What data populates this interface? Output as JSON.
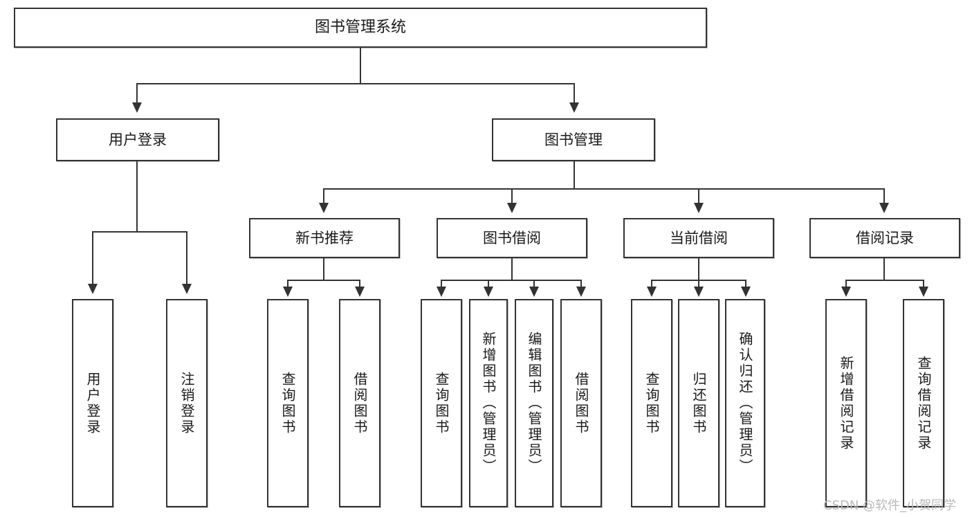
{
  "diagram": {
    "type": "tree-hierarchy-chart",
    "title": "图书管理系统",
    "levels": 4,
    "root": {
      "id": "root",
      "label": "图书管理系统"
    },
    "level2": [
      {
        "id": "user-login",
        "label": "用户登录"
      },
      {
        "id": "book-manage",
        "label": "图书管理"
      }
    ],
    "level3": [
      {
        "id": "new-book-recommend",
        "label": "新书推荐",
        "parent": "book-manage"
      },
      {
        "id": "book-borrow",
        "label": "图书借阅",
        "parent": "book-manage"
      },
      {
        "id": "current-borrow",
        "label": "当前借阅",
        "parent": "book-manage"
      },
      {
        "id": "borrow-record",
        "label": "借阅记录",
        "parent": "book-manage"
      }
    ],
    "leaves": {
      "user_login": [
        {
          "id": "leaf-user-login",
          "label": "用户登录"
        },
        {
          "id": "leaf-logout",
          "label": "注销登录"
        }
      ],
      "new_book_recommend": [
        {
          "id": "leaf-query-book-1",
          "label": "查询图书"
        },
        {
          "id": "leaf-borrow-book-1",
          "label": "借阅图书"
        }
      ],
      "book_borrow": [
        {
          "id": "leaf-query-book-2",
          "label": "查询图书"
        },
        {
          "id": "leaf-add-book",
          "label": "新增图书（管理员）"
        },
        {
          "id": "leaf-edit-book",
          "label": "编辑图书（管理员）"
        },
        {
          "id": "leaf-borrow-book-2",
          "label": "借阅图书"
        }
      ],
      "current_borrow": [
        {
          "id": "leaf-query-book-3",
          "label": "查询图书"
        },
        {
          "id": "leaf-return-book",
          "label": "归还图书"
        },
        {
          "id": "leaf-confirm-return",
          "label": "确认归还（管理员）"
        }
      ],
      "borrow_record": [
        {
          "id": "leaf-add-record",
          "label": "新增借阅记录"
        },
        {
          "id": "leaf-query-record",
          "label": "查询借阅记录"
        }
      ]
    }
  },
  "watermark": {
    "text": "CSDN @软件_小贺同学"
  },
  "colors": {
    "border": "#333333",
    "background": "#ffffff",
    "text": "#1a1a1a",
    "watermark": "#b9b9b9",
    "shadow": "#bdbdbd"
  }
}
